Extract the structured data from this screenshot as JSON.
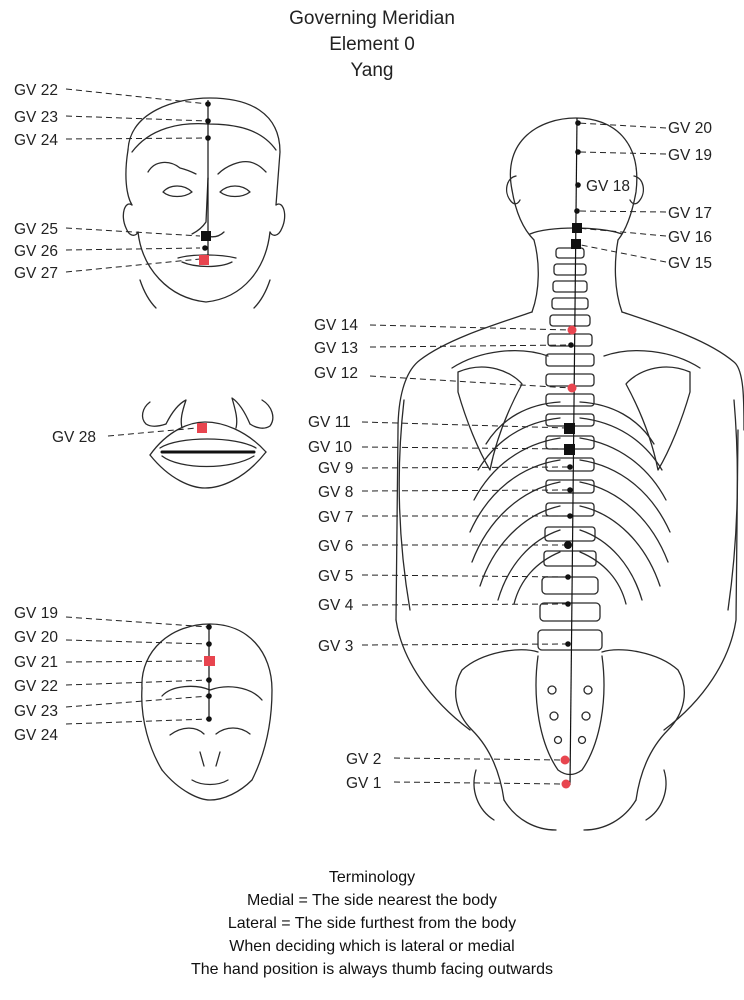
{
  "title": {
    "line1": "Governing Meridian",
    "line2": "Element 0",
    "line3": "Yang"
  },
  "colors": {
    "red_point": "#e8454f",
    "black_point": "#111111",
    "outline": "#2a2a2a"
  },
  "face": {
    "labels": [
      "GV 22",
      "GV 23",
      "GV 24",
      "GV 25",
      "GV 26",
      "GV 27"
    ]
  },
  "mouth": {
    "labels": [
      "GV 28"
    ]
  },
  "head_top": {
    "labels": [
      "GV 19",
      "GV 20",
      "GV 21",
      "GV 22",
      "GV 23",
      "GV 24"
    ]
  },
  "back": {
    "right_labels": [
      "GV 20",
      "GV 19",
      "GV 18",
      "GV 17",
      "GV 16",
      "GV 15"
    ],
    "left_labels": [
      "GV 14",
      "GV 13",
      "GV 12",
      "GV 11",
      "GV 10",
      "GV 9",
      "GV 8",
      "GV 7",
      "GV 6",
      "GV 5",
      "GV 4",
      "GV 3",
      "GV 2",
      "GV 1"
    ]
  },
  "terminology": {
    "heading": "Terminology",
    "line1": "Medial = The side nearest the body",
    "line2": "Lateral = The side furthest from the body",
    "line3": "When deciding which is lateral or medial",
    "line4": "The hand position is always thumb facing outwards"
  }
}
